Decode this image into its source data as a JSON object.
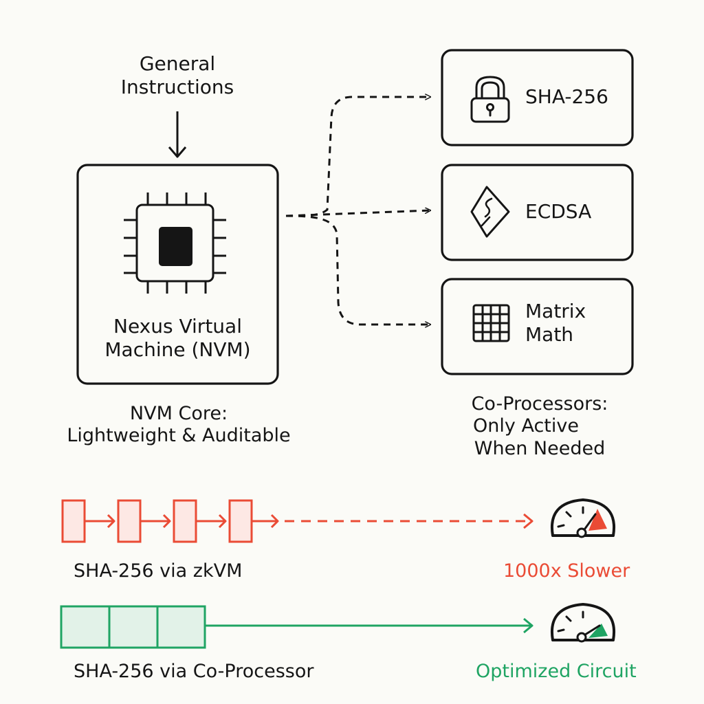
{
  "input": {
    "line1": "General",
    "line2": "Instructions"
  },
  "nvm": {
    "title_line1": "Nexus Virtual",
    "title_line2": "Machine (NVM)",
    "caption_line1": "NVM Core:",
    "caption_line2": "Lightweight & Auditable"
  },
  "coprocessors": {
    "items": [
      {
        "label": "SHA-256",
        "icon": "padlock-icon"
      },
      {
        "label": "ECDSA",
        "icon": "signature-diamond-icon"
      },
      {
        "label_line1": "Matrix",
        "label_line2": "Math",
        "icon": "grid-icon"
      }
    ],
    "caption_line1": "Co-Processors:",
    "caption_line2": "Only Active",
    "caption_line3": "When Needed"
  },
  "comparison": {
    "zkvm": {
      "label": "SHA-256 via zkVM",
      "result": "1000x Slower",
      "color": "#ea4b35",
      "fill": "#fde8e4",
      "icon": "speedometer-icon"
    },
    "coprocessor": {
      "label": "SHA-256 via Co-Processor",
      "result": "Optimized Circuit",
      "color": "#1fa463",
      "fill": "#e2f2e8",
      "icon": "speedometer-icon"
    }
  }
}
